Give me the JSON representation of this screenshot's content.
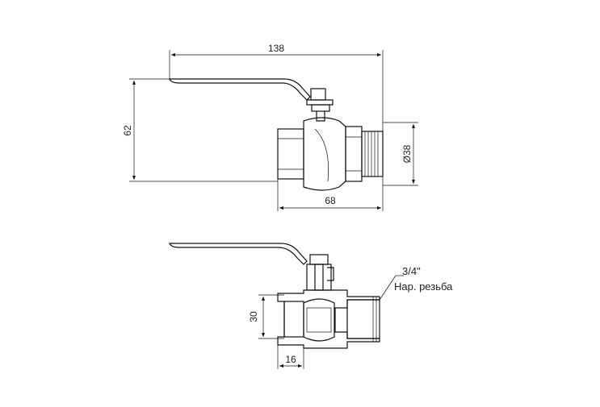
{
  "dimensions": {
    "overall_length": "138",
    "height": "62",
    "diameter": "Ø38",
    "body_length": "68",
    "bore": "30",
    "socket_depth": "16"
  },
  "thread_note": {
    "size": "3/4\"",
    "type": "Нар. резьба"
  }
}
